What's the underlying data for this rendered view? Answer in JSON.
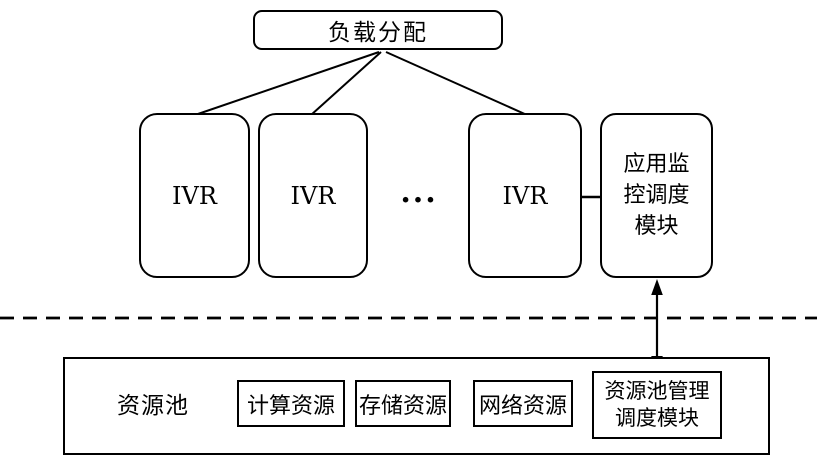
{
  "diagram": {
    "title_implicit": "",
    "load_balancer": {
      "label": "负载分配"
    },
    "ivr_nodes": [
      {
        "label": "IVR"
      },
      {
        "label": "IVR"
      },
      {
        "label": "IVR"
      }
    ],
    "ellipsis": "...",
    "app_monitor": {
      "label": "应用监控调度模块",
      "lines": [
        "应用监",
        "控调度",
        "模块"
      ]
    },
    "separator": {
      "style": "dashed-line"
    },
    "link": {
      "type": "bidirectional-arrow"
    },
    "resource_pool": {
      "label": "资源池",
      "resources": [
        {
          "label": "计算资源"
        },
        {
          "label": "存储资源"
        },
        {
          "label": "网络资源"
        }
      ],
      "manager": {
        "label": "资源池管理调度模块",
        "lines": [
          "资源池管理",
          "调度模块"
        ]
      }
    },
    "colors": {
      "stroke": "#000000",
      "background": "#ffffff"
    }
  }
}
